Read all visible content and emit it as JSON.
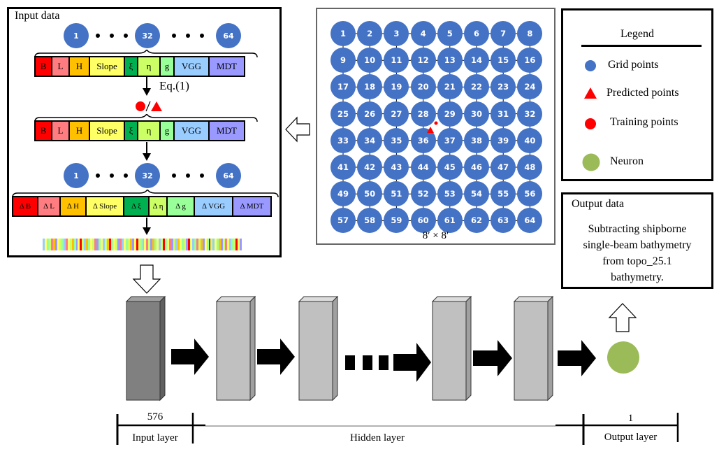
{
  "input_panel": {
    "title": "Input data",
    "nodes_top": [
      "1",
      "32",
      "64"
    ],
    "features": [
      {
        "label": "B",
        "color": "#ff0000"
      },
      {
        "label": "L",
        "color": "#ff7c80"
      },
      {
        "label": "H",
        "color": "#ffc000"
      },
      {
        "label": "Slope",
        "color": "#ffff66"
      },
      {
        "label": "ξ",
        "color": "#00b050"
      },
      {
        "label": "η",
        "color": "#ccff66"
      },
      {
        "label": "g",
        "color": "#99ff99"
      },
      {
        "label": "VGG",
        "color": "#99ccff"
      },
      {
        "label": "MDT",
        "color": "#9999ff"
      }
    ],
    "equation_label": "Eq.(1)",
    "nodes_bottom": [
      "1",
      "32",
      "64"
    ],
    "delta_features": [
      {
        "label": "Δ B",
        "color": "#ff0000"
      },
      {
        "label": "Δ L",
        "color": "#ff7c80"
      },
      {
        "label": "Δ H",
        "color": "#ffc000"
      },
      {
        "label": "Δ  Slope",
        "color": "#ffff66"
      },
      {
        "label": "Δ ξ",
        "color": "#00b050"
      },
      {
        "label": "Δ  η",
        "color": "#ccff66"
      },
      {
        "label": "Δ g",
        "color": "#99ff99"
      },
      {
        "label": "Δ VGG",
        "color": "#99ccff"
      },
      {
        "label": "Δ MDT",
        "color": "#9999ff"
      }
    ]
  },
  "grid_panel": {
    "rows": 8,
    "cols": 8,
    "caption": "8′  ×  8′",
    "node_color": "#4472c4",
    "marker_color": "#ff0000"
  },
  "legend": {
    "title": "Legend",
    "items": [
      {
        "label": "Grid points",
        "symbol": "blue-circle",
        "color": "#4472c4"
      },
      {
        "label": "Predicted points",
        "symbol": "red-triangle",
        "color": "#ff0000"
      },
      {
        "label": "Training points",
        "symbol": "red-circle",
        "color": "#ff0000"
      },
      {
        "label": "Neuron",
        "symbol": "green-circle",
        "color": "#9bbb59"
      }
    ]
  },
  "output_panel": {
    "title": "Output data",
    "description_lines": [
      "Subtracting shipborne",
      "single-beam bathymetry",
      "from topo_25.1",
      "bathymetry."
    ]
  },
  "network": {
    "input_layer": {
      "label": "Input layer",
      "size": "576",
      "color": "#808080"
    },
    "hidden_layer": {
      "label": "Hidden layer",
      "color": "#c0c0c0"
    },
    "output_layer": {
      "label": "Output layer",
      "size": "1",
      "neuron_color": "#9bbb59"
    }
  }
}
